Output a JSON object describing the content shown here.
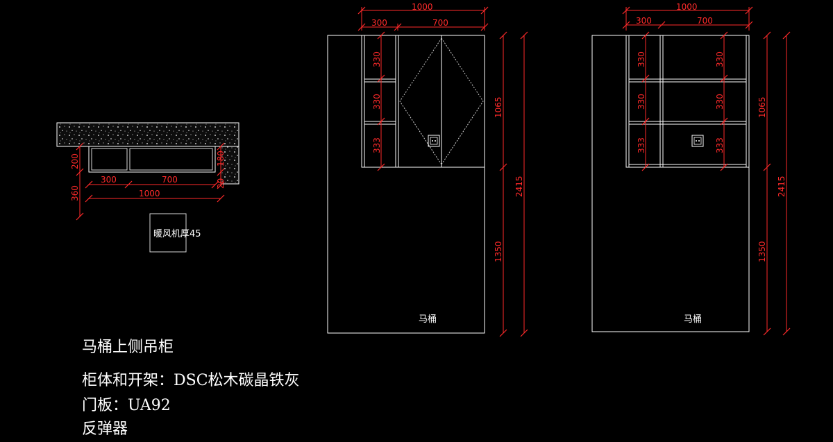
{
  "colors": {
    "background": "#000000",
    "dimension": "#ff2a2a",
    "outline": "#ffffff"
  },
  "plan": {
    "dims": {
      "w_total": "1000",
      "w_left": "300",
      "w_right": "700",
      "h_200": "200",
      "h_360": "360",
      "h_180": "180",
      "h_20": "20"
    },
    "heater_label": "暖风机厚45"
  },
  "elev_a": {
    "dims": {
      "w_total": "1000",
      "w_left": "300",
      "w_right": "700",
      "s1": "330",
      "s2": "330",
      "s3": "333",
      "h_upper": "1065",
      "h_lower": "1350",
      "h_total": "2415"
    },
    "toilet_label": "马桶",
    "socket_icon": "socket-icon"
  },
  "elev_b": {
    "dims": {
      "w_total": "1000",
      "w_left": "300",
      "w_right": "700",
      "s1": "330",
      "s2": "330",
      "s3": "333",
      "s1r": "330",
      "s2r": "330",
      "s3r": "333",
      "h_upper": "1065",
      "h_lower": "1350",
      "h_total": "2415"
    },
    "toilet_label": "马桶",
    "socket_icon": "socket-icon"
  },
  "notes": {
    "title": "马桶上侧吊柜",
    "body_material": "柜体和开架：DSC松木碳晶铁灰",
    "door": "门板：UA92",
    "hardware": "反弹器"
  }
}
